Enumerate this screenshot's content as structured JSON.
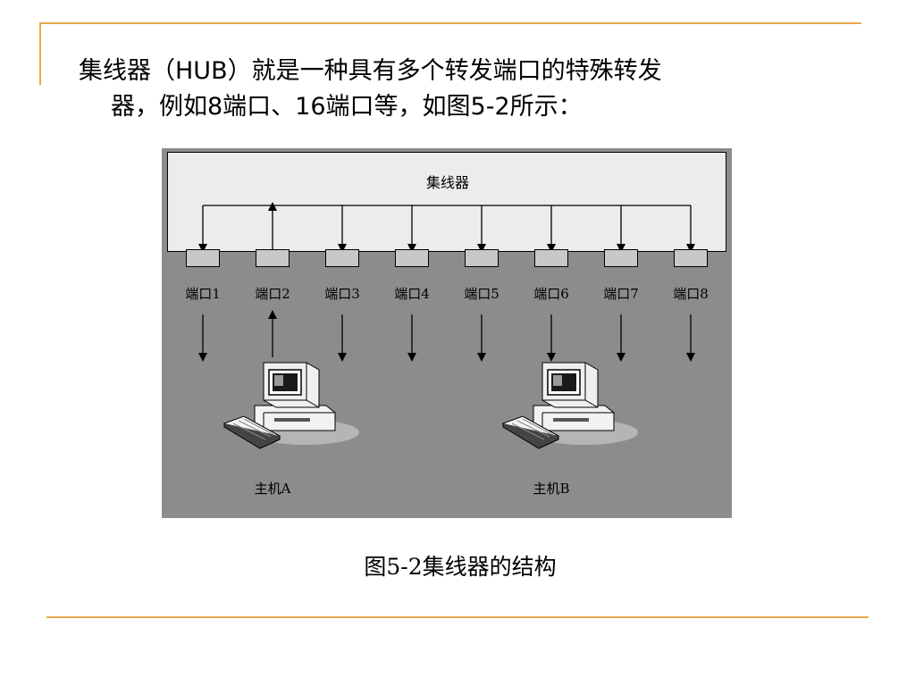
{
  "paragraph": {
    "line1": "集线器（HUB）就是一种具有多个转发端口的特殊转发",
    "line2": "器，例如8端口、16端口等，如图5-2所示："
  },
  "figure": {
    "hub_label": "集线器",
    "ports": [
      "端口1",
      "端口2",
      "端口3",
      "端口4",
      "端口5",
      "端口6",
      "端口7",
      "端口8"
    ],
    "port_directions": [
      "out",
      "in",
      "out",
      "out",
      "out",
      "out",
      "out",
      "out"
    ],
    "hosts": [
      {
        "label": "主机A",
        "port": 2
      },
      {
        "label": "主机B",
        "port": 6
      }
    ],
    "colors": {
      "panel": "#8c8c8c",
      "hub": "#ececec",
      "port": "#c8c8c8",
      "accent_rule": "#e8a94a"
    }
  },
  "caption": "图5-2集线器的结构"
}
